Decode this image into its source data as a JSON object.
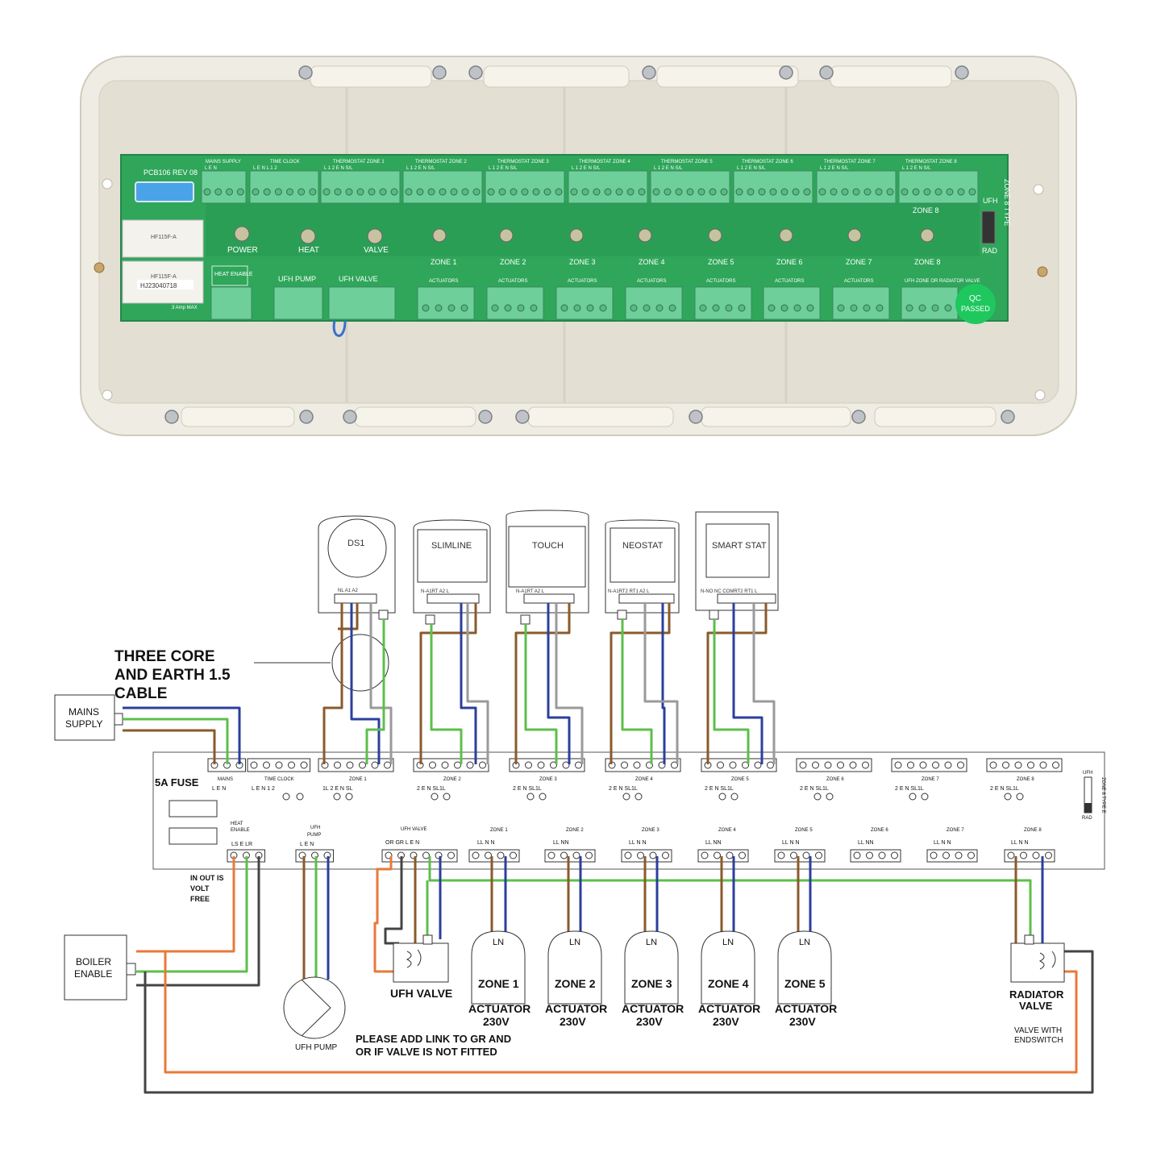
{
  "photo": {
    "pcb_rev": "PCB106 REV 08",
    "top_labels": [
      "MAINS SUPPLY",
      "TIME CLOCK",
      "THERMOSTAT ZONE 1",
      "THERMOSTAT ZONE 2",
      "THERMOSTAT ZONE 3",
      "THERMOSTAT ZONE 4",
      "THERMOSTAT ZONE 5",
      "THERMOSTAT ZONE 6",
      "THERMOSTAT ZONE 7",
      "THERMOSTAT ZONE 8"
    ],
    "top_pins": [
      "L E N",
      "L E N L 1 2",
      "L 1 2 E N S/L",
      "L 1 2 E N S/L",
      "L 1 2 E N S/L",
      "L 1 2 E N S/L",
      "L 1 2 E N S/L",
      "L 1 2 E N S/L",
      "L 1 2 E N S/L",
      "L 1 2 E N S/L"
    ],
    "leds": [
      "POWER",
      "HEAT",
      "VALVE"
    ],
    "zone_labels": [
      "ZONE 1",
      "ZONE 2",
      "ZONE 3",
      "ZONE 4",
      "ZONE 5",
      "ZONE 6",
      "ZONE 7",
      "ZONE 8"
    ],
    "actuator_labels": [
      "ACTUATORS",
      "ACTUATORS",
      "ACTUATORS",
      "ACTUATORS",
      "ACTUATORS",
      "ACTUATORS",
      "ACTUATORS",
      "UFH ZONE OR RADIATOR VALVE"
    ],
    "bottom_blocks": [
      "HEAT ENABLE",
      "UFH PUMP",
      "UFH VALVE"
    ],
    "zone8_right": "ZONE 8",
    "zone8_type": "ZONE 8 TYPE",
    "ufh": "UFH",
    "rad": "RAD",
    "relay1": "HF115F-A",
    "relay2": "HF115F-A",
    "serial": "HJ23040718",
    "amp": "3 Amp MAX",
    "qc1": "QC",
    "qc2": "PASSED"
  },
  "diagram": {
    "thermostats": [
      "DS1",
      "SLIMLINE",
      "TOUCH",
      "NEOSTAT",
      "SMART STAT"
    ],
    "thermostat_pins": [
      "NL  A1  A2",
      "N-A1RT A2 L",
      "N-A1RT A2 L",
      "N-A1RT2 RT1 A2 L",
      "N-NO NC COMRT2 RT1 L"
    ],
    "cable_note": [
      "THREE CORE",
      "AND EARTH 1.5",
      "CABLE"
    ],
    "mains_supply": [
      "MAINS",
      "SUPPLY"
    ],
    "fuse": "5A FUSE",
    "mains_label": "MAINS",
    "mains_pins": "L    E    N",
    "timeclock_label": "TIME CLOCK",
    "timeclock_pins": "L    E    N    1    2",
    "thermo_zone_labels": [
      "ZONE 1",
      "ZONE 2",
      "ZONE 3",
      "ZONE 4",
      "ZONE 5",
      "ZONE 6",
      "ZONE 7",
      "ZONE 8"
    ],
    "thermo_zone_pins": [
      "1L        2 E N SL",
      "2 E N SL1L",
      "2 E N SL1L",
      "2 E N SL1L",
      "2 E N SL1L",
      "2 E N SL1L",
      "2 E N SL1L",
      "2 E N SL1L"
    ],
    "ufh": "UFH",
    "rad": "RAD",
    "zone8_type": "ZONE 8 TYPE E",
    "heat_enable": [
      "HEAT",
      "ENABLE"
    ],
    "heat_enable_pins": "LS  E LR",
    "in_out_note": [
      "IN OUT IS",
      "VOLT",
      "FREE"
    ],
    "ufh_pump_label": [
      "UFH",
      "PUMP"
    ],
    "ufh_pump_pins": "L    E    N",
    "ufh_valve_label": "UFH VALVE",
    "ufh_valve_pins": "OR  GR    L    E    N",
    "act_zone_labels": [
      "ZONE 1",
      "ZONE 2",
      "ZONE 3",
      "ZONE 4",
      "ZONE 5",
      "ZONE 6",
      "ZONE 7",
      "ZONE 8"
    ],
    "act_zone_pins": [
      "LL        N   N",
      "LL        NN",
      "LL        N   N",
      "LL        NN",
      "LL        N   N",
      "LL        NN",
      "LL        N   N",
      "LL        N   N"
    ],
    "boiler_enable": [
      "BOILER",
      "ENABLE"
    ],
    "ufh_pump_caption": "UFH PUMP",
    "ufh_valve_caption": "UFH VALVE",
    "actuator_ln": "LN",
    "actuators": [
      {
        "zone": "ZONE 1",
        "actuator": "ACTUATOR",
        "volt": "230V"
      },
      {
        "zone": "ZONE 2",
        "actuator": "ACTUATOR",
        "volt": "230V"
      },
      {
        "zone": "ZONE 3",
        "actuator": "ACTUATOR",
        "volt": "230V"
      },
      {
        "zone": "ZONE 4",
        "actuator": "ACTUATOR",
        "volt": "230V"
      },
      {
        "zone": "ZONE 5",
        "actuator": "ACTUATOR",
        "volt": "230V"
      }
    ],
    "link_note": [
      "PLEASE ADD LINK TO GR AND",
      "OR IF VALVE IS NOT FITTED"
    ],
    "radiator_valve": [
      "RADIATOR",
      "VALVE"
    ],
    "valve_note": [
      "VALVE WITH",
      "ENDSWITCH"
    ]
  },
  "colors": {
    "brown": "#8a5a2b",
    "blue": "#2b3f9c",
    "green": "#5cbf4a",
    "grey": "#9a9a9a",
    "orange": "#e8793a",
    "dark": "#444444",
    "pcb": "#2fa65a",
    "terminal": "#6fcf9a",
    "enclosure": "#ece8dd"
  }
}
